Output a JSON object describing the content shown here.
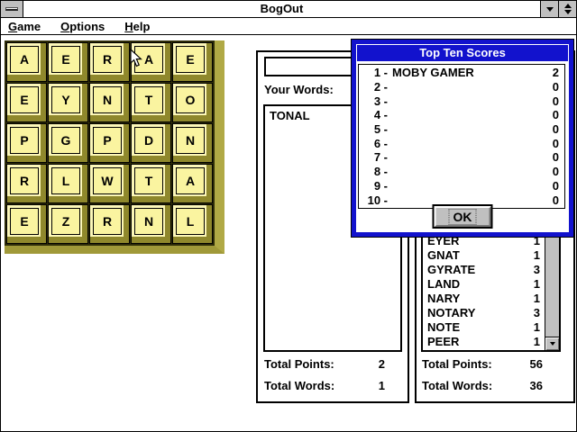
{
  "colors": {
    "dialog_blue": "#1212cd",
    "key_yellow": "#faf4a0",
    "key_shadow": "#8f882c",
    "chrome_gray": "#c0c0c0"
  },
  "titlebar": {
    "title": "BogOut"
  },
  "menu": {
    "items": [
      {
        "u": "G",
        "rest": "ame"
      },
      {
        "u": "O",
        "rest": "ptions"
      },
      {
        "u": "H",
        "rest": "elp"
      }
    ]
  },
  "board": {
    "letters": [
      [
        "A",
        "E",
        "R",
        "A",
        "E"
      ],
      [
        "E",
        "Y",
        "N",
        "T",
        "O"
      ],
      [
        "P",
        "G",
        "P",
        "D",
        "N"
      ],
      [
        "R",
        "L",
        "W",
        "T",
        "A"
      ],
      [
        "E",
        "Z",
        "R",
        "N",
        "L"
      ]
    ]
  },
  "player_panel": {
    "input_value": "",
    "label": "Your Words:",
    "words": [
      "TONAL"
    ],
    "totals": {
      "points_label": "Total Points:",
      "points": "2",
      "words_label": "Total Words:",
      "words": "1"
    }
  },
  "computer_panel": {
    "words": [
      {
        "word": "EYER",
        "score": "1"
      },
      {
        "word": "GNAT",
        "score": "1"
      },
      {
        "word": "GYRATE",
        "score": "3"
      },
      {
        "word": "LAND",
        "score": "1"
      },
      {
        "word": "NARY",
        "score": "1"
      },
      {
        "word": "NOTARY",
        "score": "3"
      },
      {
        "word": "NOTE",
        "score": "1"
      },
      {
        "word": "PEER",
        "score": "1"
      }
    ],
    "totals": {
      "points_label": "Total Points:",
      "points": "56",
      "words_label": "Total Words:",
      "words": "36"
    }
  },
  "dialog": {
    "title": "Top Ten Scores",
    "entries": [
      {
        "rank": "1 -",
        "name": "MOBY GAMER",
        "score": "2"
      },
      {
        "rank": "2 -",
        "name": "",
        "score": "0"
      },
      {
        "rank": "3 -",
        "name": "",
        "score": "0"
      },
      {
        "rank": "4 -",
        "name": "",
        "score": "0"
      },
      {
        "rank": "5 -",
        "name": "",
        "score": "0"
      },
      {
        "rank": "6 -",
        "name": "",
        "score": "0"
      },
      {
        "rank": "7 -",
        "name": "",
        "score": "0"
      },
      {
        "rank": "8 -",
        "name": "",
        "score": "0"
      },
      {
        "rank": "9 -",
        "name": "",
        "score": "0"
      },
      {
        "rank": "10 -",
        "name": "",
        "score": "0"
      }
    ],
    "ok_label": "OK"
  }
}
